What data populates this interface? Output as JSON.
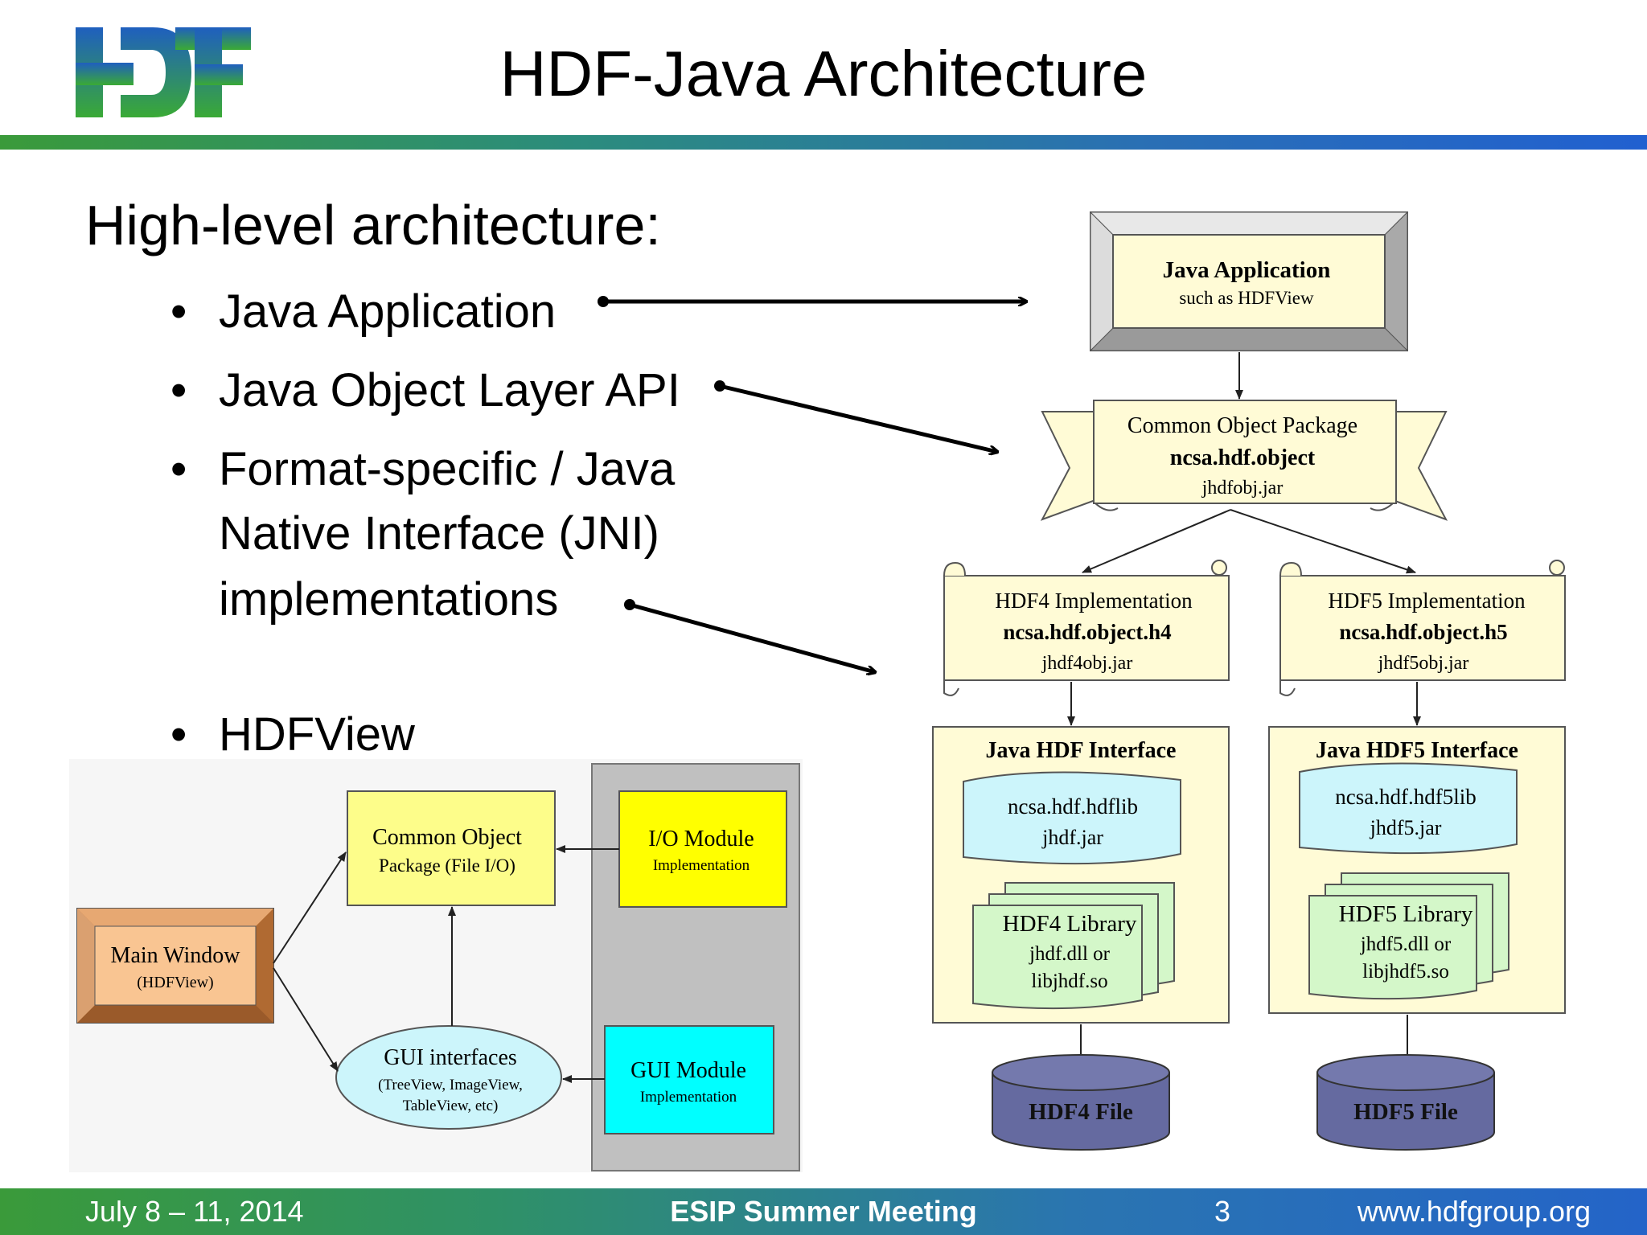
{
  "slide": {
    "title": "HDF-Java Architecture",
    "heading": "High-level architecture:",
    "bullets": [
      "Java Application",
      "Java Object Layer API",
      "Format-specific / Java",
      "Native Interface (JNI)",
      "implementations",
      "HDFView"
    ]
  },
  "logo": {
    "text": "HDF",
    "colors": {
      "blue": "#1f5fbf",
      "green": "#3aaa35"
    }
  },
  "architecture": {
    "java_app": {
      "title": "Java Application",
      "subtitle": "such as HDFView"
    },
    "common_object": {
      "line1": "Common Object Package",
      "line2": "ncsa.hdf.object",
      "line3": "jhdfobj.jar"
    },
    "hdf4_impl": {
      "line1": "HDF4 Implementation",
      "line2": "ncsa.hdf.object.h4",
      "line3": "jhdf4obj.jar"
    },
    "hdf5_impl": {
      "line1": "HDF5 Implementation",
      "line2": "ncsa.hdf.object.h5",
      "line3": "jhdf5obj.jar"
    },
    "hdf4_interface": {
      "title": "Java HDF Interface",
      "lib1": "ncsa.hdf.hdflib",
      "lib2": "jhdf.jar",
      "library": "HDF4 Library",
      "lib_line2": "jhdf.dll or",
      "lib_line3": "libjhdf.so"
    },
    "hdf5_interface": {
      "title": "Java HDF5 Interface",
      "lib1": "ncsa.hdf.hdf5lib",
      "lib2": "jhdf5.jar",
      "library": "HDF5 Library",
      "lib_line2": "jhdf5.dll or",
      "lib_line3": "libjhdf5.so"
    },
    "hdf4_file": "HDF4 File",
    "hdf5_file": "HDF5 File"
  },
  "hdfview": {
    "main_window": {
      "line1": "Main Window",
      "line2": "(HDFView)"
    },
    "common_object": {
      "line1": "Common Object",
      "line2": "Package (File I/O)"
    },
    "io_module": {
      "line1": "I/O Module",
      "line2": "Implementation"
    },
    "gui_interfaces": {
      "line1": "GUI interfaces",
      "line2": "(TreeView, ImageView,",
      "line3": "TableView, etc)"
    },
    "gui_module": {
      "line1": "GUI Module",
      "line2": "Implementation"
    }
  },
  "colors": {
    "cream": "#fffbd6",
    "light_blue": "#ccf5fb",
    "light_green": "#d4f7c9",
    "file_purple": "#656aa0",
    "orange": "#f9c592",
    "yellow_fill": "#fdfd8a",
    "io_yellow": "#ffff00",
    "cyan": "#00ffff",
    "gray_panel": "#c0c0c0"
  },
  "footer": {
    "date": "July 8 – 11, 2014",
    "event": "ESIP Summer Meeting",
    "page": "3",
    "url": "www.hdfgroup.org"
  }
}
